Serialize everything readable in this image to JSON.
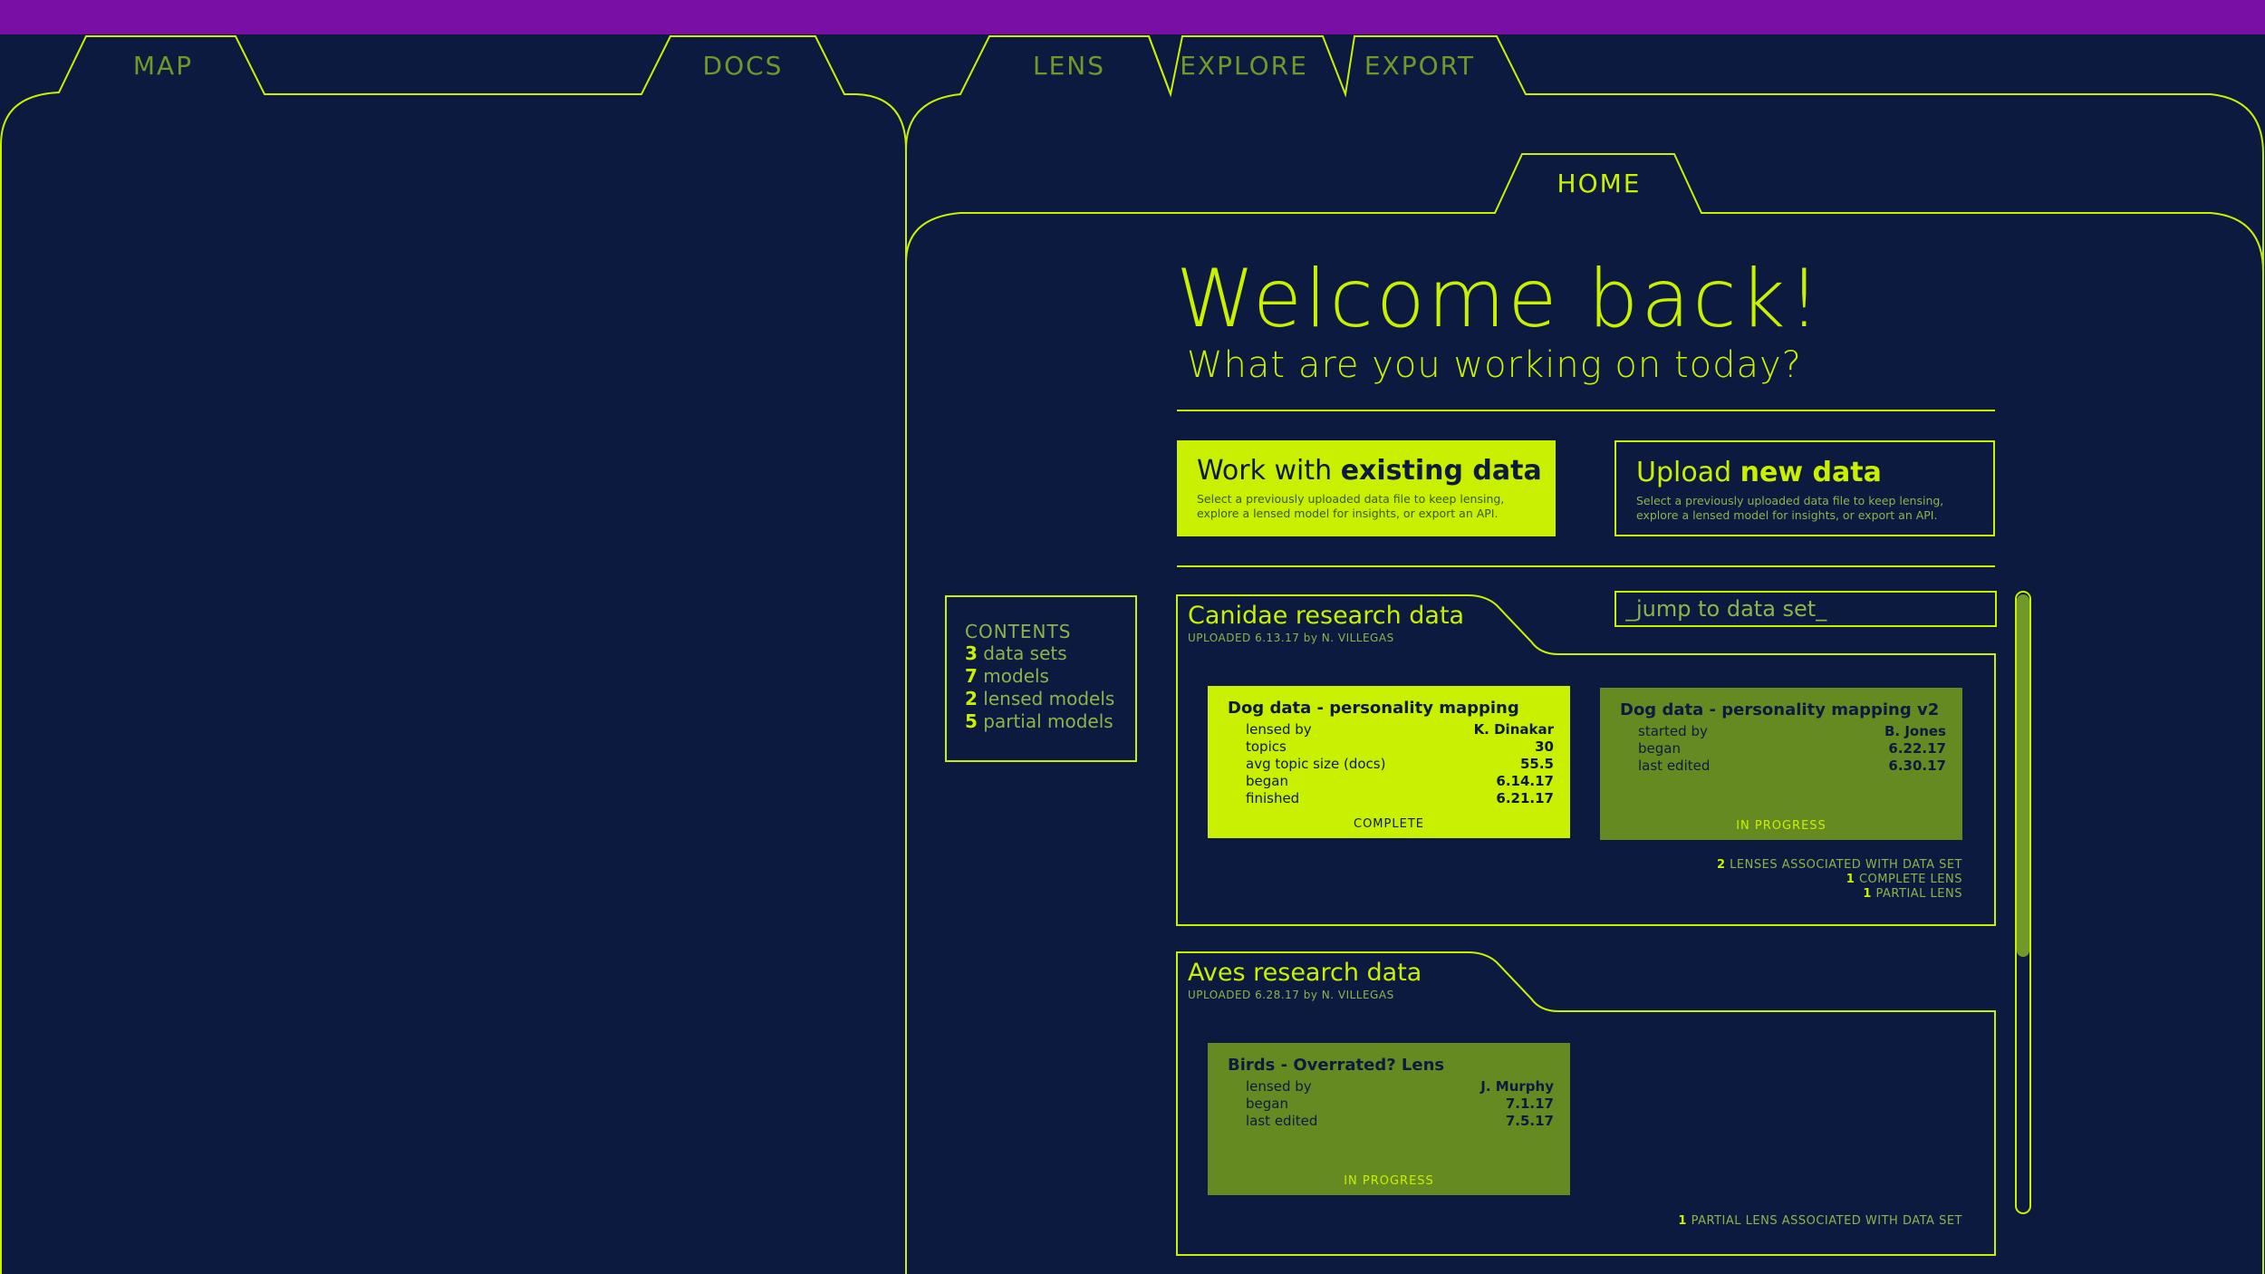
{
  "colors": {
    "background": "#0d1a40",
    "accent": "#c8f000",
    "accent_dim": "#6f9a2a",
    "top_bar": "#7a0fa6"
  },
  "tabs": {
    "map": "MAP",
    "docs": "DOCS",
    "lens": "LENS",
    "explore": "EXPLORE",
    "export": "EXPORT",
    "home": "HOME"
  },
  "welcome": {
    "title": "Welcome back!",
    "subtitle": "What are you working on today?"
  },
  "actions": {
    "existing": {
      "prefix": "Work with ",
      "bold": "existing data",
      "desc": "Select a previously uploaded data file to keep lensing, explore a lensed model for insights, or export an API."
    },
    "upload": {
      "prefix": "Upload ",
      "bold": "new data",
      "desc": "Select a previously uploaded data file to keep lensing, explore a lensed model for insights, or export an API."
    }
  },
  "contents": {
    "heading": "CONTENTS",
    "items": [
      {
        "count": "3",
        "label": " data sets"
      },
      {
        "count": "7",
        "label": " models"
      },
      {
        "count": "2",
        "label": " lensed models"
      },
      {
        "count": "5",
        "label": " partial models"
      }
    ]
  },
  "search": {
    "placeholder": "_jump to data set_"
  },
  "datasets": [
    {
      "title": "Canidae research data",
      "meta": "UPLOADED 6.13.17 by N. VILLEGAS",
      "cards": [
        {
          "title": "Dog data - personality mapping",
          "rows": [
            {
              "k": "lensed by",
              "v": "K. Dinakar"
            },
            {
              "k": "topics",
              "v": "30"
            },
            {
              "k": "avg topic size (docs)",
              "v": "55.5"
            },
            {
              "k": "began",
              "v": "6.14.17"
            },
            {
              "k": "finished",
              "v": "6.21.17"
            }
          ],
          "status": "COMPLETE"
        },
        {
          "title": "Dog data - personality mapping v2",
          "rows": [
            {
              "k": "started by",
              "v": "B. Jones"
            },
            {
              "k": "began",
              "v": "6.22.17"
            },
            {
              "k": "last edited",
              "v": "6.30.17"
            }
          ],
          "status": "IN PROGRESS"
        }
      ],
      "summary": [
        {
          "count": "2",
          "text": " LENSES ASSOCIATED WITH DATA SET"
        },
        {
          "count": "1",
          "text": " COMPLETE LENS"
        },
        {
          "count": "1",
          "text": " PARTIAL LENS"
        }
      ]
    },
    {
      "title": "Aves research data",
      "meta": "UPLOADED 6.28.17 by N. VILLEGAS",
      "cards": [
        {
          "title": "Birds - Overrated? Lens",
          "rows": [
            {
              "k": "lensed by",
              "v": "J. Murphy"
            },
            {
              "k": "began",
              "v": "7.1.17"
            },
            {
              "k": "last edited",
              "v": "7.5.17"
            }
          ],
          "status": "IN PROGRESS"
        }
      ],
      "summary": [
        {
          "count": "1",
          "text": " PARTIAL LENS ASSOCIATED WITH DATA SET"
        }
      ]
    }
  ]
}
